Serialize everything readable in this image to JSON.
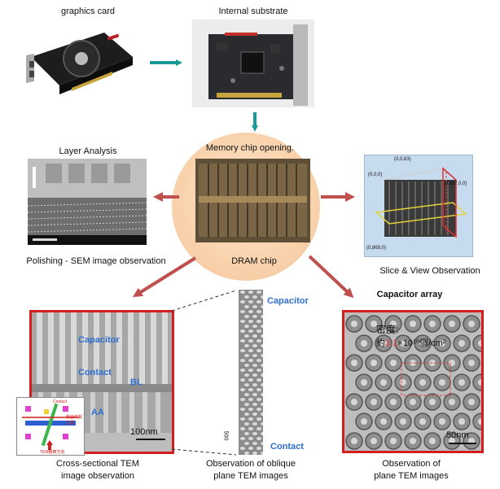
{
  "labels": {
    "graphics_card": "graphics card",
    "internal_substrate": "Internal substrate",
    "memory_chip_opening": "Memory chip opening.",
    "dram_chip": "DRAM chip",
    "layer_analysis": "Layer Analysis",
    "polishing": "Polishing - SEM image observation",
    "slice_view": "Slice & View Observation",
    "capacitor_array": "Capacitor array",
    "cross_tem_1": "Cross-sectional TEM",
    "cross_tem_2": "image observation",
    "oblique_1": "Observation of oblique",
    "oblique_2": "plane TEM images",
    "plane_1": "Observation of",
    "plane_2": "plane TEM images"
  },
  "tem_cross": {
    "capacitor": "Capacitor",
    "contact": "Contact",
    "bl": "BL",
    "aa": "AA",
    "scale": "100nm",
    "inset_contact": "Contact",
    "inset_side": "断面作製位置",
    "inset_bottom": "TEM観察方向"
  },
  "strip": {
    "capacitor": "Capacitor",
    "contact": "Contact",
    "scale": "500"
  },
  "cap_array": {
    "density_label": "密度:",
    "density_prefix": "約",
    "density_value": "3.1",
    "density_suffix": "×10¹⁰個/cm²",
    "scale": "50nm"
  },
  "slice_coords": {
    "top": "(0,0,63)",
    "left_top": "(0,0,0)",
    "right": "(1267,0,0)",
    "bottom": "(0,869,0)"
  },
  "colors": {
    "teal_arrow": "#1a9a96",
    "red_arrow": "#c0504d",
    "frame_red": "#d21e1e",
    "blue_text": "#2e6fd0"
  }
}
